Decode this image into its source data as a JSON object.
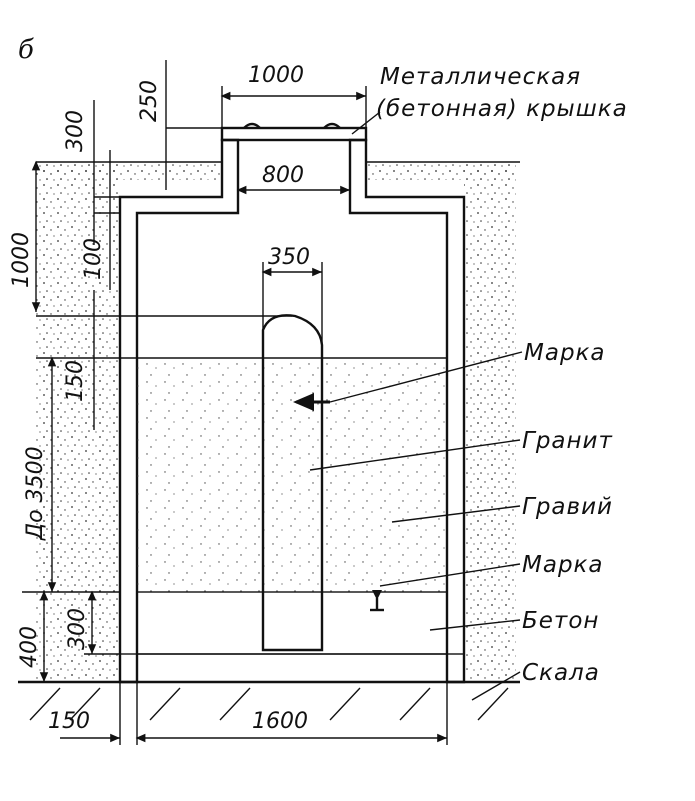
{
  "figure_letter": "б",
  "dimensions": {
    "cover_width": "1000",
    "cover_height": "250",
    "top_300": "300",
    "hatch_width": "800",
    "depth_1000": "1000",
    "slab_100": "100",
    "pillar_width": "350",
    "gap_150": "150",
    "depth_to_3500": "До 3500",
    "bottom_400": "400",
    "bottom_300": "300",
    "wall_150": "150",
    "inner_1600": "1600"
  },
  "labels": {
    "cover_line1": "Металлическая",
    "cover_line2": "(бетонная) крышка",
    "mark_upper": "Марка",
    "granite": "Гранит",
    "gravel": "Гравий",
    "mark_lower": "Марка",
    "concrete": "Бетон",
    "rock": "Скала"
  }
}
